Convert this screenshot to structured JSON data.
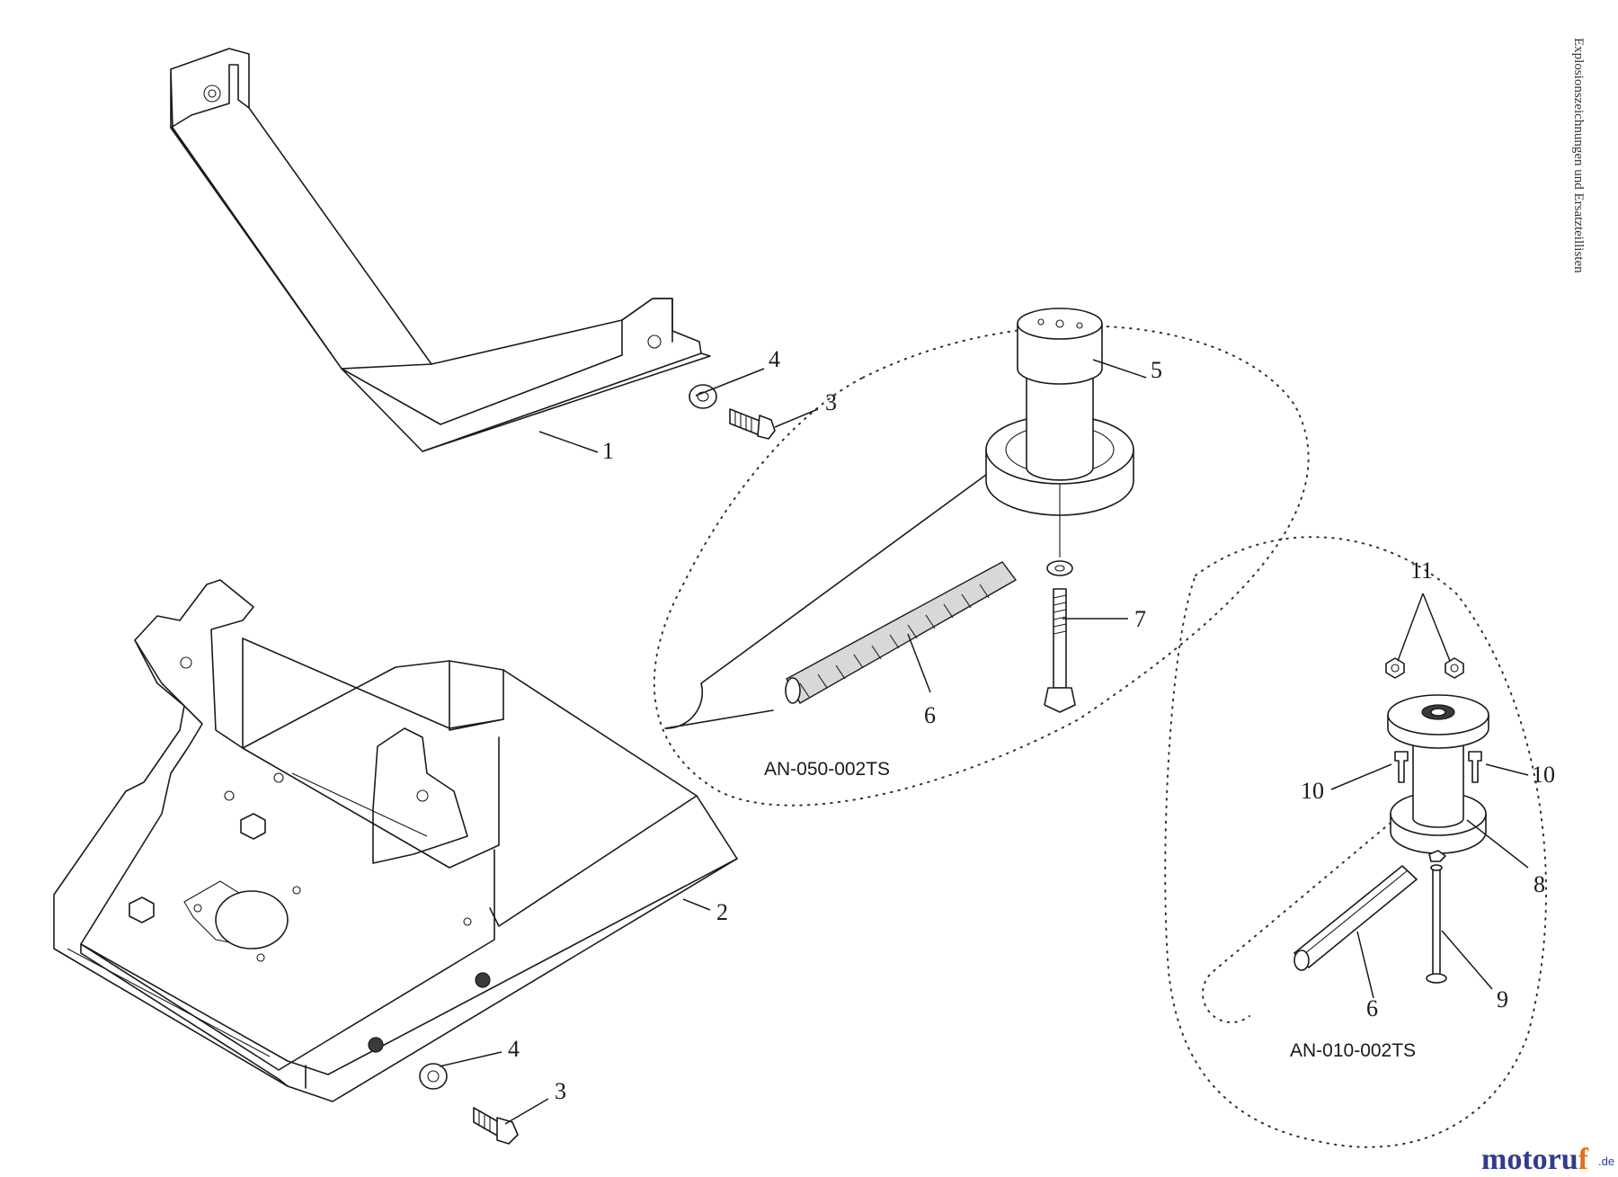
{
  "side_title": "Explosionszeichnungen und Ersatzteillisten",
  "assembly_codes": {
    "spindle_large": "AN-050-002TS",
    "spindle_small": "AN-010-002TS"
  },
  "callouts": {
    "shield": "1",
    "frame": "2",
    "bolt_top": "3",
    "washer_top": "4",
    "bolt_bottom": "3",
    "washer_bottom": "4",
    "spindle_large": "5",
    "shaft_large": "6",
    "bolt_long": "7",
    "spindle_small": "8",
    "pin": "9",
    "screw_left": "10",
    "screw_right": "10",
    "nuts": "11",
    "shaft_small": "6"
  },
  "logo": {
    "main": "motoru",
    "accent": "f",
    "tld": ".de"
  },
  "colors": {
    "line": "#1a1a1a",
    "logo_blue": "#2f3c8e",
    "logo_orange": "#e0701e"
  }
}
